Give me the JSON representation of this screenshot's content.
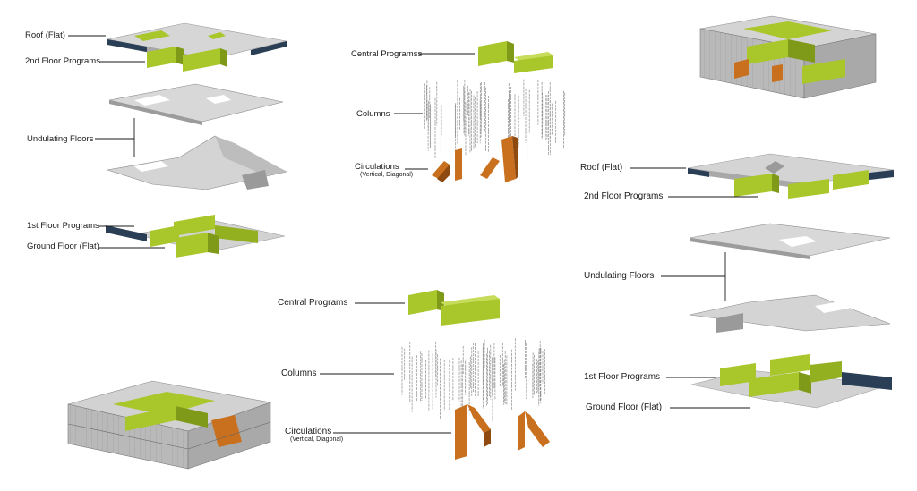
{
  "labels": {
    "left_roof": "Roof (Flat)",
    "left_2nd": "2nd Floor Programs",
    "left_undulating": "Undulating Floors",
    "left_1st": "1st Floor Programs",
    "left_ground": "Ground Floor (Flat)",
    "top_central": "Central Programss",
    "top_columns": "Columns",
    "top_circ": "Circulations",
    "top_circ_sub": "(Vertical, Diagonal)",
    "bottom_central": "Central Programs",
    "bottom_columns": "Columns",
    "bottom_circ": "Circulations",
    "bottom_circ_sub": "(Vertical, Diagonal)",
    "right_roof": "Roof  (Flat)",
    "right_2nd": "2nd Floor Programs",
    "right_undulating": "Undulating Floors",
    "right_1st": "1st Floor Programs",
    "right_ground": "Ground Floor (Flat)"
  },
  "colors": {
    "program_green": "#a9c62a",
    "program_green_dark": "#7f9a18",
    "program_green_side": "#93b020",
    "floor_gray": "#c9c9c9",
    "floor_light": "#e4e4e4",
    "roof_blue": "#2a3f55",
    "circulation_orange": "#c8701e",
    "circulation_dark": "#8f4a10",
    "column_gray": "#8a8a8a",
    "leader_line": "#1a1a1a"
  },
  "icons": [
    "roof-slab",
    "program-block",
    "undulating-floor",
    "column",
    "circulation-ramp",
    "building-massing"
  ]
}
